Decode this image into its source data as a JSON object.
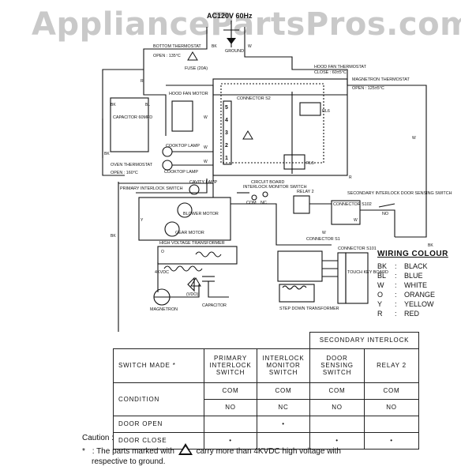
{
  "watermark": "AppliancePartsPros.com",
  "header": {
    "power_source": "AC120V 60Hz"
  },
  "schematic_labels": {
    "ground": "GROUND",
    "bottom_thermostat": "BOTTOM THERMOSTAT",
    "bottom_thermostat_open": "OPEN : 135°C",
    "fuse": "FUSE (20A)",
    "hood_fan_thermostat": "HOOD FAN THERMOSTAT",
    "hood_fan_thermostat_close": "CLOSE : 60±5°C",
    "magnetron_thermostat": "MAGNETRON THERMOSTAT",
    "magnetron_thermostat_open": "OPEN : 125±5°C",
    "hood_fan_motor": "HOOD FAN MOTOR",
    "capacitor": "CAPACITOR 60MFD",
    "connector_s2": "CONNECTOR S2",
    "rl6": "RL6",
    "rl5": "RL5",
    "cooktop_lamp_1": "COOKTOP LAMP",
    "cooktop_lamp_2": "COOKTOP LAMP",
    "oven_thermostat": "OVEN THERMOSTAT",
    "oven_thermostat_open": "OPEN : 160°C",
    "circuit_board": "CIRCUIT BOARD",
    "primary_interlock_switch": "PRIMARY INTERLOCK SWITCH",
    "cavity_lamp": "CAVITY LAMP",
    "interlock_monitor_switch": "INTERLOCK MONITOR SWITCH",
    "relay_2": "RELAY 2",
    "secondary_interlock_switch": "SECONDARY INTERLOCK DOOR SENSING SWITCH",
    "blower_motor": "BLOWER MOTOR",
    "gear_motor": "GEAR MOTOR",
    "high_voltage_transformer": "HIGH VOLTAGE TRANSFORMER",
    "connector_s1": "CONNECTOR S1",
    "connector_s102": "CONNECTOR S102",
    "connector_s101": "CONNECTOR S101",
    "touch_key_board": "TOUCH KEY BOARD",
    "voltage_4kvdc": "4KVDC",
    "magnetron": "MAGNETRON",
    "hv_capacitor": "CAPACITOR",
    "hv_diode": "(VDO)",
    "step_down_transformer": "STEP DOWN TRANSFORMER",
    "com": "COM",
    "nc": "NC",
    "no": "NO",
    "terminals": [
      "5",
      "4",
      "3",
      "2",
      "1"
    ],
    "wire_codes": [
      "BK",
      "W",
      "W",
      "R",
      "BL",
      "BK",
      "W",
      "W",
      "W",
      "BK",
      "Y",
      "O",
      "BK",
      "R",
      "W",
      "W",
      "BK"
    ]
  },
  "wiring_colour": {
    "title": "WIRING COLOUR",
    "rows": [
      {
        "code": "BK",
        "name": "BLACK"
      },
      {
        "code": "BL",
        "name": "BLUE"
      },
      {
        "code": "W",
        "name": "WHITE"
      },
      {
        "code": "O",
        "name": "ORANGE"
      },
      {
        "code": "Y",
        "name": "YELLOW"
      },
      {
        "code": "R",
        "name": "RED"
      }
    ]
  },
  "switch_table": {
    "group_header": "SECONDARY INTERLOCK",
    "corner_label": "SWITCH MADE *",
    "columns": [
      "PRIMARY INTERLOCK SWITCH",
      "INTERLOCK MONITOR SWITCH",
      "DOOR SENSING SWITCH",
      "RELAY 2"
    ],
    "condition_label": "CONDITION",
    "com_row": [
      "COM",
      "COM",
      "COM",
      "COM"
    ],
    "contact_row": [
      "NO",
      "NC",
      "NO",
      "NO"
    ],
    "rows": [
      {
        "label": "DOOR OPEN",
        "marks": [
          "",
          "•",
          "",
          ""
        ]
      },
      {
        "label": "DOOR CLOSE",
        "marks": [
          "•",
          "",
          "•",
          "•"
        ]
      }
    ]
  },
  "caution": {
    "title": "Caution :",
    "bullet": "*",
    "line1_before": ": The parts marked with",
    "line1_after": "carry more than 4KVDC high voltage with",
    "line2": "respective to ground."
  }
}
